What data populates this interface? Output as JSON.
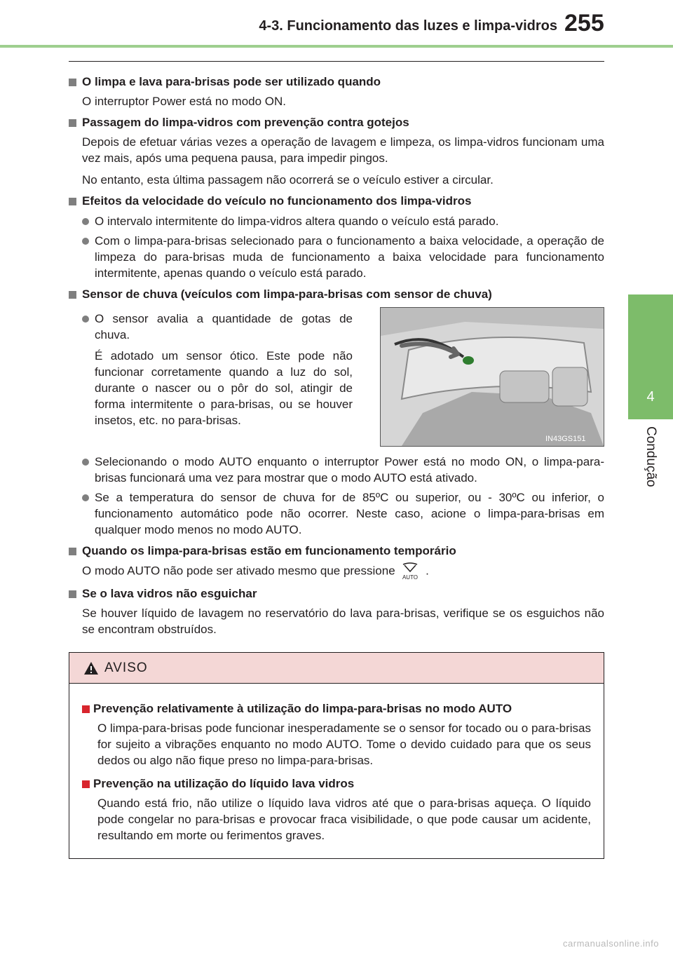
{
  "header": {
    "section_title": "4-3. Funcionamento das luzes e limpa-vidros",
    "page_number": "255"
  },
  "side_tab": {
    "chapter_number": "4",
    "chapter_label": "Condução"
  },
  "sections": {
    "s1": {
      "heading": "O limpa e lava para-brisas pode ser utilizado quando",
      "text": "O interruptor Power está no modo ON."
    },
    "s2": {
      "heading": "Passagem do limpa-vidros com prevenção contra gotejos",
      "text1": "Depois de efetuar várias vezes a operação de lavagem e limpeza, os limpa-vidros funcionam uma vez mais, após uma pequena pausa, para impedir pingos.",
      "text2": "No entanto, esta última passagem não ocorrerá se o veículo estiver a circular."
    },
    "s3": {
      "heading": "Efeitos da velocidade do veículo no funcionamento dos limpa-vidros",
      "bullet1": "O intervalo intermitente do limpa-vidros altera quando o veículo está parado.",
      "bullet2": "Com o limpa-para-brisas selecionado para o funcionamento a baixa velocidade, a operação de limpeza do para-brisas muda de funcionamento a baixa velocidade para funcionamento intermitente, apenas quando o veículo está parado."
    },
    "s4": {
      "heading": "Sensor de chuva (veículos com limpa-para-brisas com sensor de chuva)",
      "bullet1_a": "O sensor avalia a quantidade de gotas de chuva.",
      "bullet1_b": "É adotado um sensor ótico. Este pode não funcionar corretamente quando a luz do sol, durante o nascer ou o pôr do sol, atingir de forma intermitente o para-brisas, ou se houver insetos, etc. no para-brisas.",
      "image_code": "IN43GS151",
      "bullet2": "Selecionando o modo AUTO enquanto o interruptor Power está no modo ON, o limpa-para-brisas funcionará uma vez para mostrar que o modo AUTO está ativado.",
      "bullet3": "Se a temperatura do sensor de chuva for de 85ºC ou superior, ou - 30ºC ou inferior, o funcionamento automático pode não ocorrer. Neste caso, acione o limpa-para-brisas em qualquer modo menos no modo AUTO."
    },
    "s5": {
      "heading": "Quando os limpa-para-brisas estão em funcionamento temporário",
      "text_before": "O modo AUTO não pode ser ativado mesmo que pressione",
      "icon_label": "AUTO",
      "text_after": "."
    },
    "s6": {
      "heading": "Se o lava vidros não esguichar",
      "text": "Se houver líquido de lavagem no reservatório do lava para-brisas, verifique se os esguichos não se encontram obstruídos."
    }
  },
  "warning": {
    "title": "AVISO",
    "item1_heading": "Prevenção relativamente à utilização do limpa-para-brisas no modo AUTO",
    "item1_text": "O limpa-para-brisas pode funcionar inesperadamente se o sensor for tocado ou o para-brisas for sujeito a vibrações enquanto no modo AUTO. Tome o devido cuidado para que os seus dedos ou algo não fique preso no limpa-para-brisas.",
    "item2_heading": "Prevenção na utilização do líquido lava vidros",
    "item2_text": "Quando está frio, não utilize o líquido lava vidros até que o para-brisas aqueça. O líquido pode congelar no para-brisas e provocar fraca visibilidade, o que pode causar um acidente, resultando em morte ou ferimentos graves."
  },
  "footer": {
    "watermark": "carmanualsonline.info"
  },
  "colors": {
    "accent_green": "#7dbc6a",
    "warning_bg": "#f4d7d6",
    "warning_square": "#d8252d"
  }
}
